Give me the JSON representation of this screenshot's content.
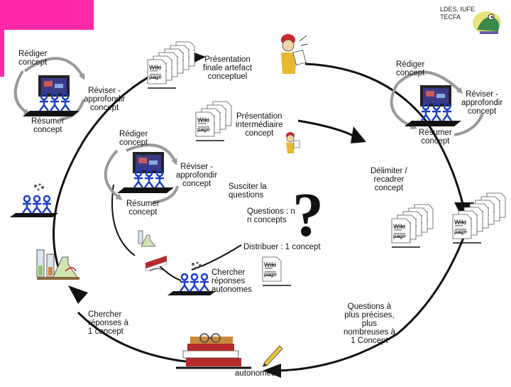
{
  "header": {
    "org": "LDES, IUFE",
    "unit": "TECFA"
  },
  "labels": {
    "rediger_1": "Rédiger\nconcept",
    "reviser_1": "Réviser -\napprofondir\nconcept",
    "resumer_1": "Résumer\nconcept",
    "presentation_finale": "Présentation\nfinale artefact\nconceptuel",
    "rediger_2": "Rédiger\nconcept",
    "reviser_2": "Réviser -\napprofondir\nconcept",
    "resumer_2": "Résumer\nconcept",
    "presentation_intermediaire": "Présentation\nintermédiaire\nconcept",
    "rediger_3": "Rédiger\nconcept",
    "reviser_3": "Réviser -\napprofondir\nconcept",
    "resumer_3": "Résumer\nconcept",
    "susciter": "Susciter la\nquestions",
    "delimiter": "Délimiter /\nrecadrer\nconcept",
    "questions_n": "Questions : n\nn concepts",
    "distribuer": "Distribuer : 1 concept",
    "chercher_auto": "Chercher\nréponses\nautonomes",
    "chercher_1": "Chercher\nréponses à\n1 concept",
    "questions_precises": "Questions à\nplus précises,\nplus\nnombreuses à\n1 Concept",
    "autonomes": "autonomes"
  },
  "wiki": {
    "w": "Wiki",
    "p": "page"
  },
  "question_mark": "?",
  "colors": {
    "accent": "#ff2aa8",
    "arrow": "#111111",
    "cycle_arrow": "#9a9a9a",
    "screen": "#3a3a88",
    "person": "#1a3ec8",
    "book_red": "#b72a2a"
  }
}
